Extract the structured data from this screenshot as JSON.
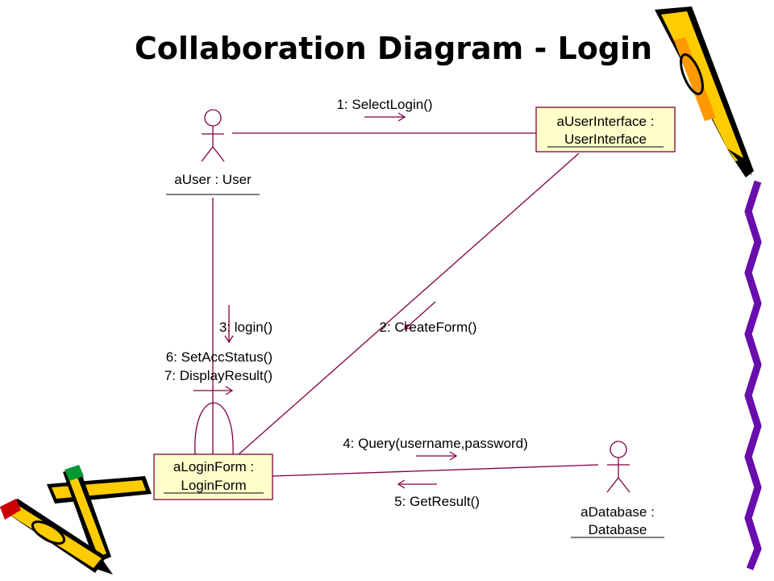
{
  "title": "Collaboration Diagram - Login",
  "objects": {
    "user": {
      "label": "aUser : User",
      "kind": "actor"
    },
    "ui": {
      "line1": "aUserInterface :",
      "line2": "UserInterface",
      "kind": "object"
    },
    "form": {
      "line1": "aLoginForm :",
      "line2": "LoginForm",
      "kind": "object"
    },
    "db": {
      "label": "aDatabase :",
      "line2": "Database",
      "kind": "actor"
    }
  },
  "messages": {
    "m1": "1: SelectLogin()",
    "m2": "2: CreateForm()",
    "m3": "3: login()",
    "m4": "4: Query(username,password)",
    "m5": "5: GetResult()",
    "m6": "6: SetAccStatus()",
    "m7": "7: DisplayResult()"
  },
  "colors": {
    "link": "#800040",
    "object_fill": "#ffffcc",
    "pencil_yellow": "#ffcc00",
    "pencil_tip": "#cc0000",
    "border_purple": "#6a0dad"
  },
  "decorations": [
    "pencil-icon",
    "pencils-icon",
    "purple-border"
  ]
}
